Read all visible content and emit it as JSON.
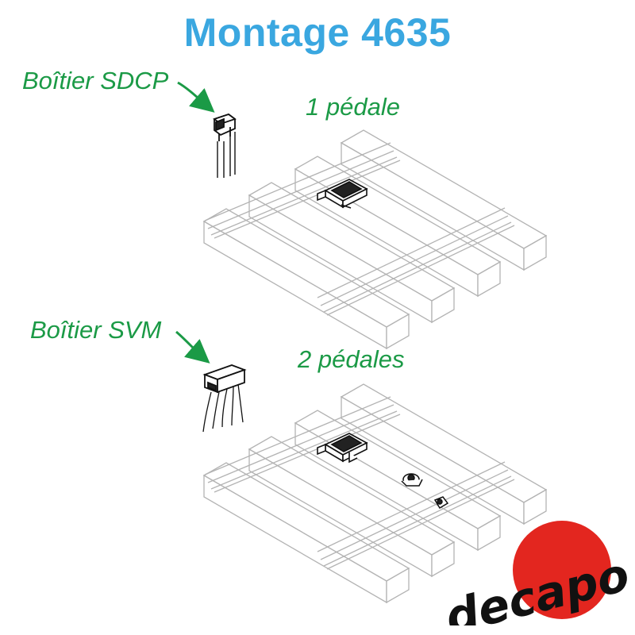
{
  "title": "Montage 4635",
  "labels": {
    "box_top": "Boîtier SDCP",
    "pedal_top": "1 pédale",
    "box_bottom": "Boîtier SVM",
    "pedal_bottom": "2 pédales"
  },
  "brand": "decapod",
  "colors": {
    "title": "#3aa7e0",
    "label": "#1b9a46",
    "logo_red": "#e3261f",
    "logo_text": "#111111",
    "track": "#b3b3b3"
  },
  "icons": [
    "arrow-icon",
    "connector-icon",
    "pedal-sensor-icon"
  ]
}
